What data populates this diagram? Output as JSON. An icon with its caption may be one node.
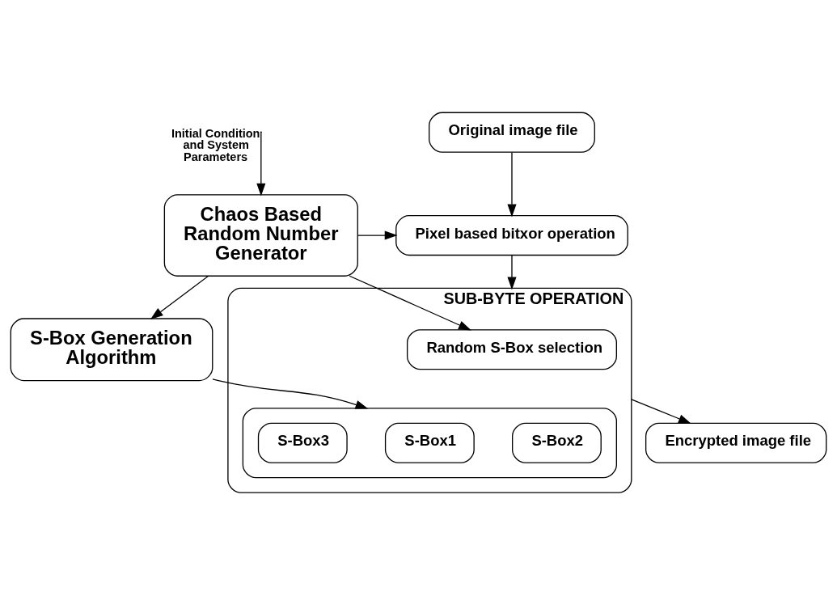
{
  "diagram": {
    "nodes": [
      {
        "text": [
          "Chaos Based Random Number Generator"
        ]
      },
      {
        "text": [
          "S-Box Generation Algorithm"
        ]
      },
      {
        "text": [
          "Original image file"
        ]
      },
      {
        "text": [
          "Pixel based bitxor operation"
        ]
      },
      {
        "text": [
          "SUB-BYTE OPERATION"
        ]
      },
      {
        "text": [
          "Random S-Box selection"
        ],
        "in": 4
      },
      {
        "text": [],
        "shape": "box",
        "in": 4
      },
      {
        "text": [
          "S-Box1"
        ],
        "in": 6
      },
      {
        "text": [
          "S-Box2"
        ],
        "in": 6
      },
      {
        "text": [
          "S-Box3"
        ],
        "in": 6
      },
      {
        "text": [
          "Encrypted image file"
        ]
      }
    ],
    "edges": [
      {
        "from": null,
        "to": 0,
        "arrow": "to",
        "label": "Initial Condition and System Parameters"
      },
      {
        "from": 0,
        "to": 3,
        "arrow": "to"
      },
      {
        "from": 0,
        "to": 5,
        "arrow": "to"
      },
      {
        "from": 0,
        "to": 1,
        "arrow": "to"
      },
      {
        "from": 2,
        "to": 3,
        "arrow": "to"
      },
      {
        "from": 3,
        "to": 4,
        "arrow": "to"
      },
      {
        "from": 1,
        "to": 6,
        "arrow": "to"
      },
      {
        "from": 4,
        "to": 10,
        "arrow": "to"
      }
    ]
  }
}
